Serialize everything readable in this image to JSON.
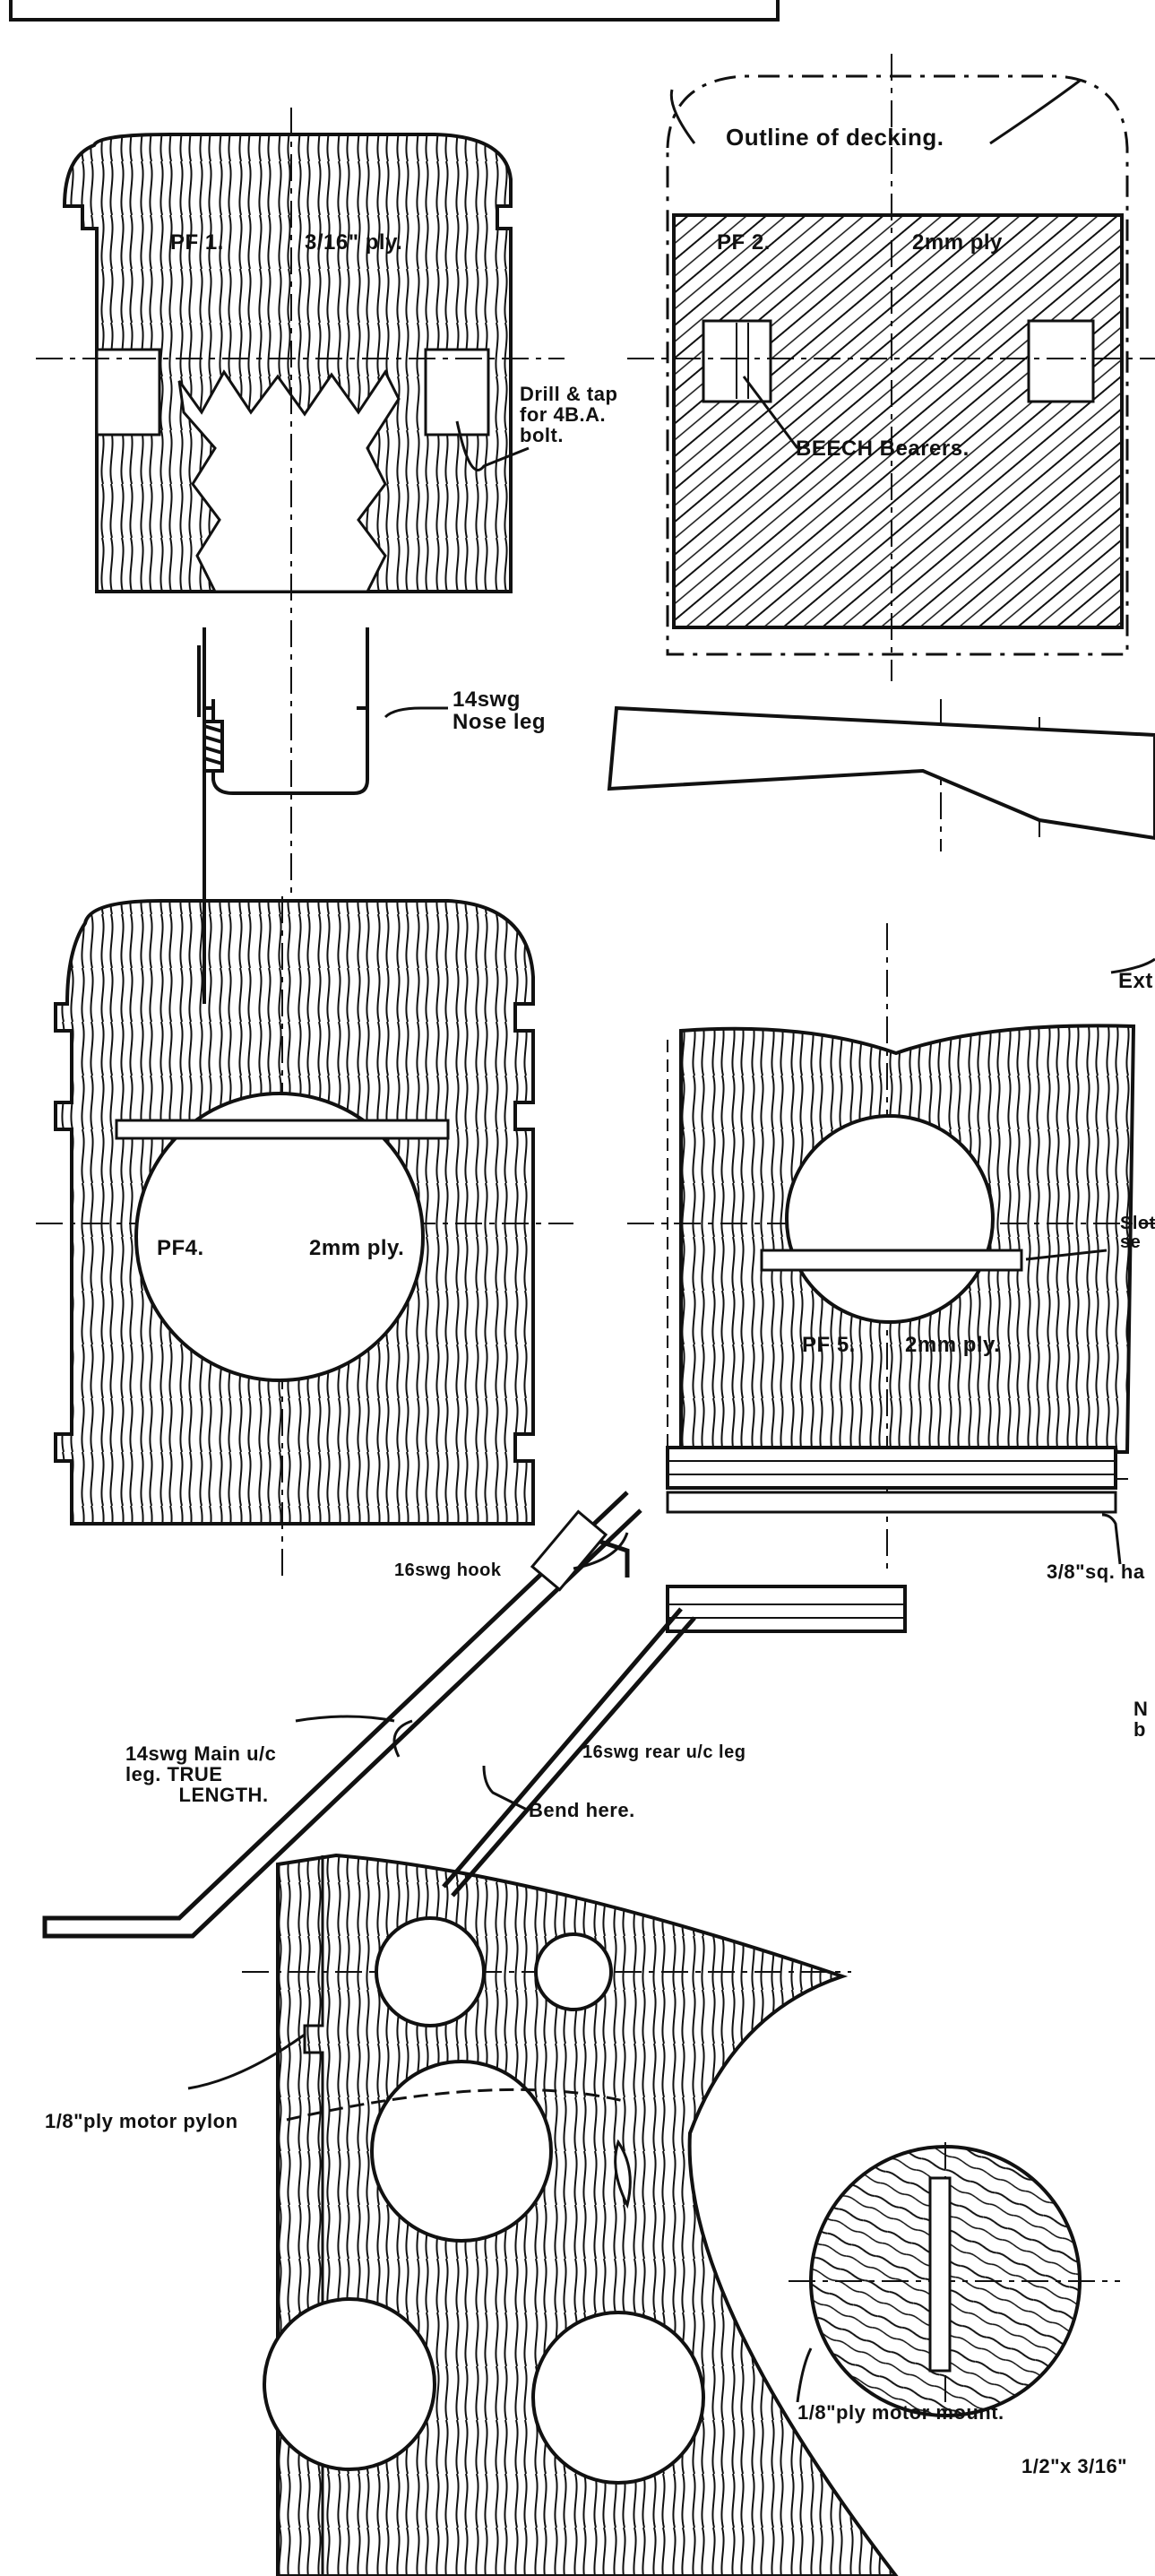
{
  "labels": {
    "outline_decking": "Outline of decking.",
    "pf1": "PF 1.",
    "pf1_ply": "3/16\" ply.",
    "pf2": "PF 2.",
    "pf2_ply": "2mm ply",
    "drill_tap": "Drill & tap\nfor 4B.A.\nbolt.",
    "beech_bearers": "BEECH Bearers.",
    "nose_leg": "14swg\nNose leg",
    "ext": "Ext",
    "pf4": "PF4.",
    "pf4_ply": "2mm ply.",
    "slot": "Slot\nse",
    "pf5": "PF 5.",
    "pf5_ply": "2mm ply.",
    "hook": "16swg hook",
    "sq_hardwood": "3/8\"sq. ha",
    "n_b": "N\nb",
    "main_uc": "14swg Main u/c\nleg. TRUE\n         LENGTH.",
    "rear_uc": "16swg rear u/c leg",
    "bend_here": "Bend here.",
    "motor_pylon": "1/8\"ply motor pylon",
    "motor_mount": "1/8\"ply motor mount.",
    "dim": "1/2\"x 3/16\""
  },
  "colors": {
    "ink": "#111111",
    "paper": "#ffffff"
  }
}
